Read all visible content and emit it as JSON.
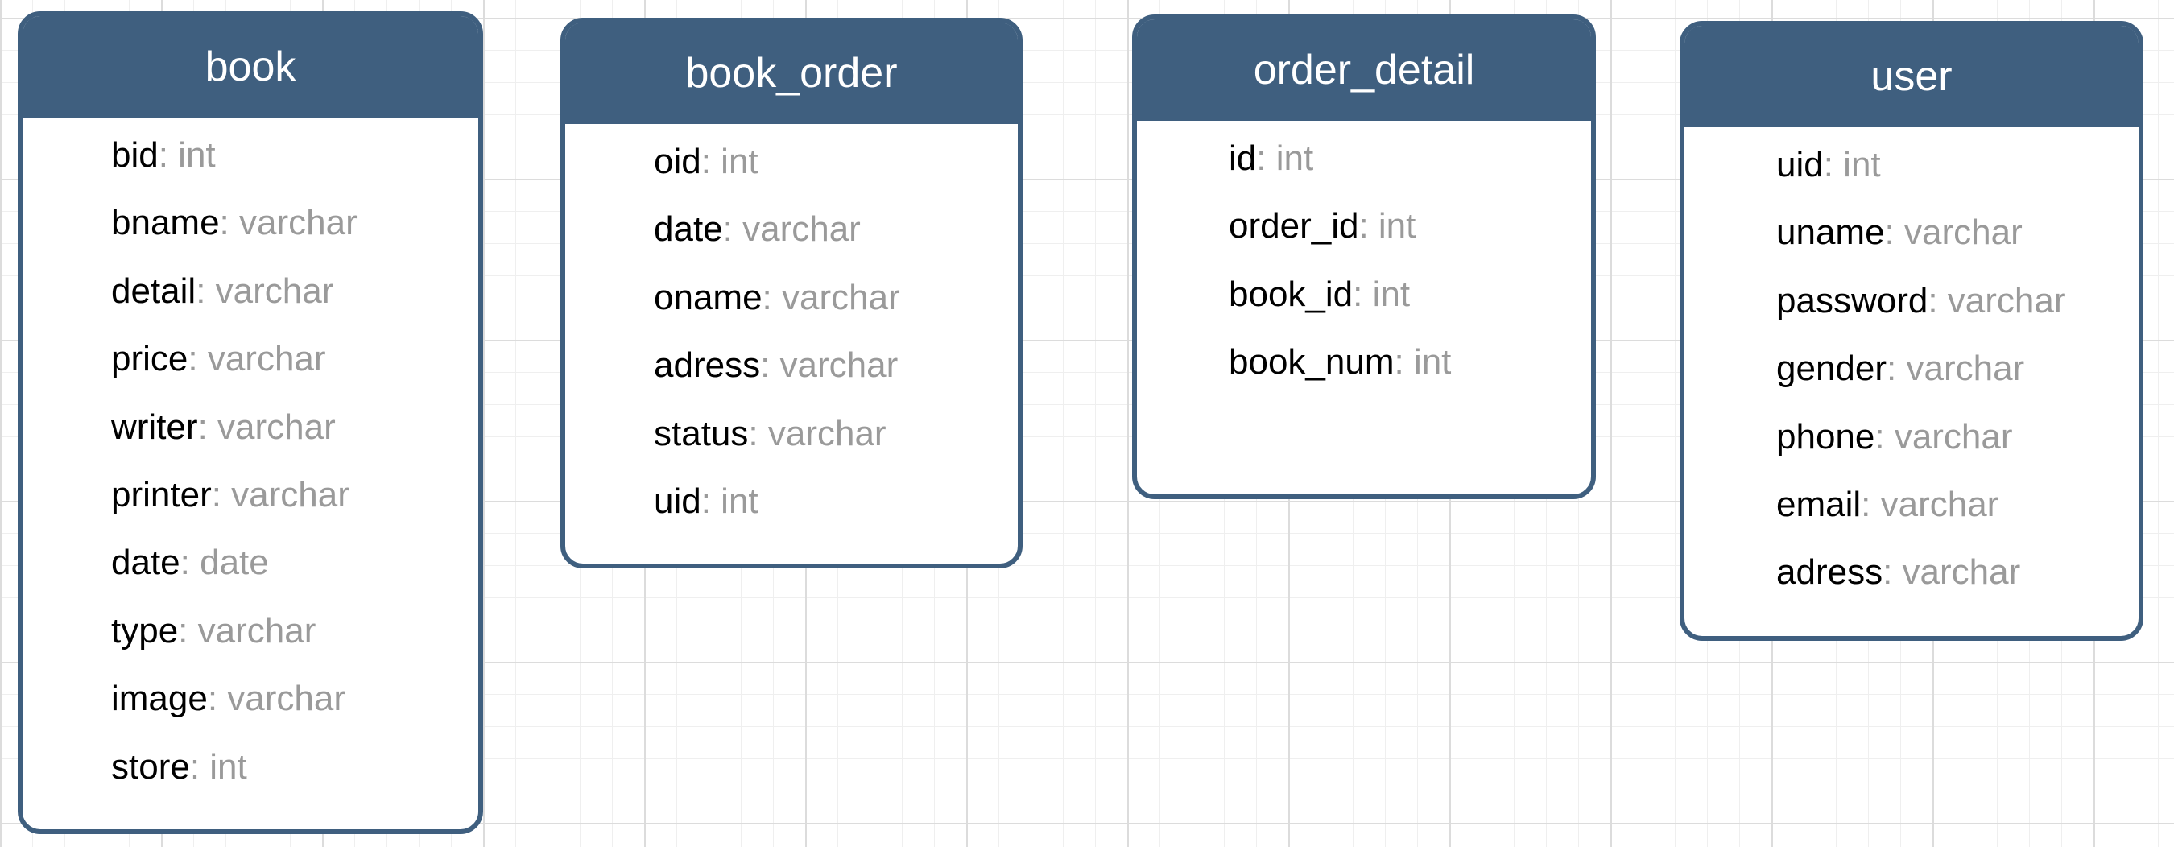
{
  "diagram": {
    "separator": ": ",
    "entities": [
      {
        "name": "book",
        "fields": [
          {
            "name": "bid",
            "type": "int"
          },
          {
            "name": "bname",
            "type": "varchar"
          },
          {
            "name": "detail",
            "type": "varchar"
          },
          {
            "name": "price",
            "type": "varchar"
          },
          {
            "name": "writer",
            "type": "varchar"
          },
          {
            "name": "printer",
            "type": "varchar"
          },
          {
            "name": "date",
            "type": "date"
          },
          {
            "name": "type",
            "type": "varchar"
          },
          {
            "name": "image",
            "type": "varchar"
          },
          {
            "name": "store",
            "type": "int"
          }
        ]
      },
      {
        "name": "book_order",
        "fields": [
          {
            "name": "oid",
            "type": "int"
          },
          {
            "name": "date",
            "type": "varchar"
          },
          {
            "name": "oname",
            "type": "varchar"
          },
          {
            "name": "adress",
            "type": "varchar"
          },
          {
            "name": "status",
            "type": "varchar"
          },
          {
            "name": "uid",
            "type": "int"
          }
        ]
      },
      {
        "name": "order_detail",
        "fields": [
          {
            "name": "id",
            "type": "int"
          },
          {
            "name": "order_id",
            "type": "int"
          },
          {
            "name": "book_id",
            "type": "int"
          },
          {
            "name": "book_num",
            "type": "int"
          }
        ]
      },
      {
        "name": "user",
        "fields": [
          {
            "name": "uid",
            "type": "int"
          },
          {
            "name": "uname",
            "type": "varchar"
          },
          {
            "name": "password",
            "type": "varchar"
          },
          {
            "name": "gender",
            "type": "varchar"
          },
          {
            "name": "phone",
            "type": "varchar"
          },
          {
            "name": "email",
            "type": "varchar"
          },
          {
            "name": "adress",
            "type": "varchar"
          }
        ]
      }
    ]
  },
  "colors": {
    "header": "#3f5f7f",
    "border": "#3f5f7f",
    "field_name": "#000000",
    "field_type": "#9a9a9a"
  }
}
